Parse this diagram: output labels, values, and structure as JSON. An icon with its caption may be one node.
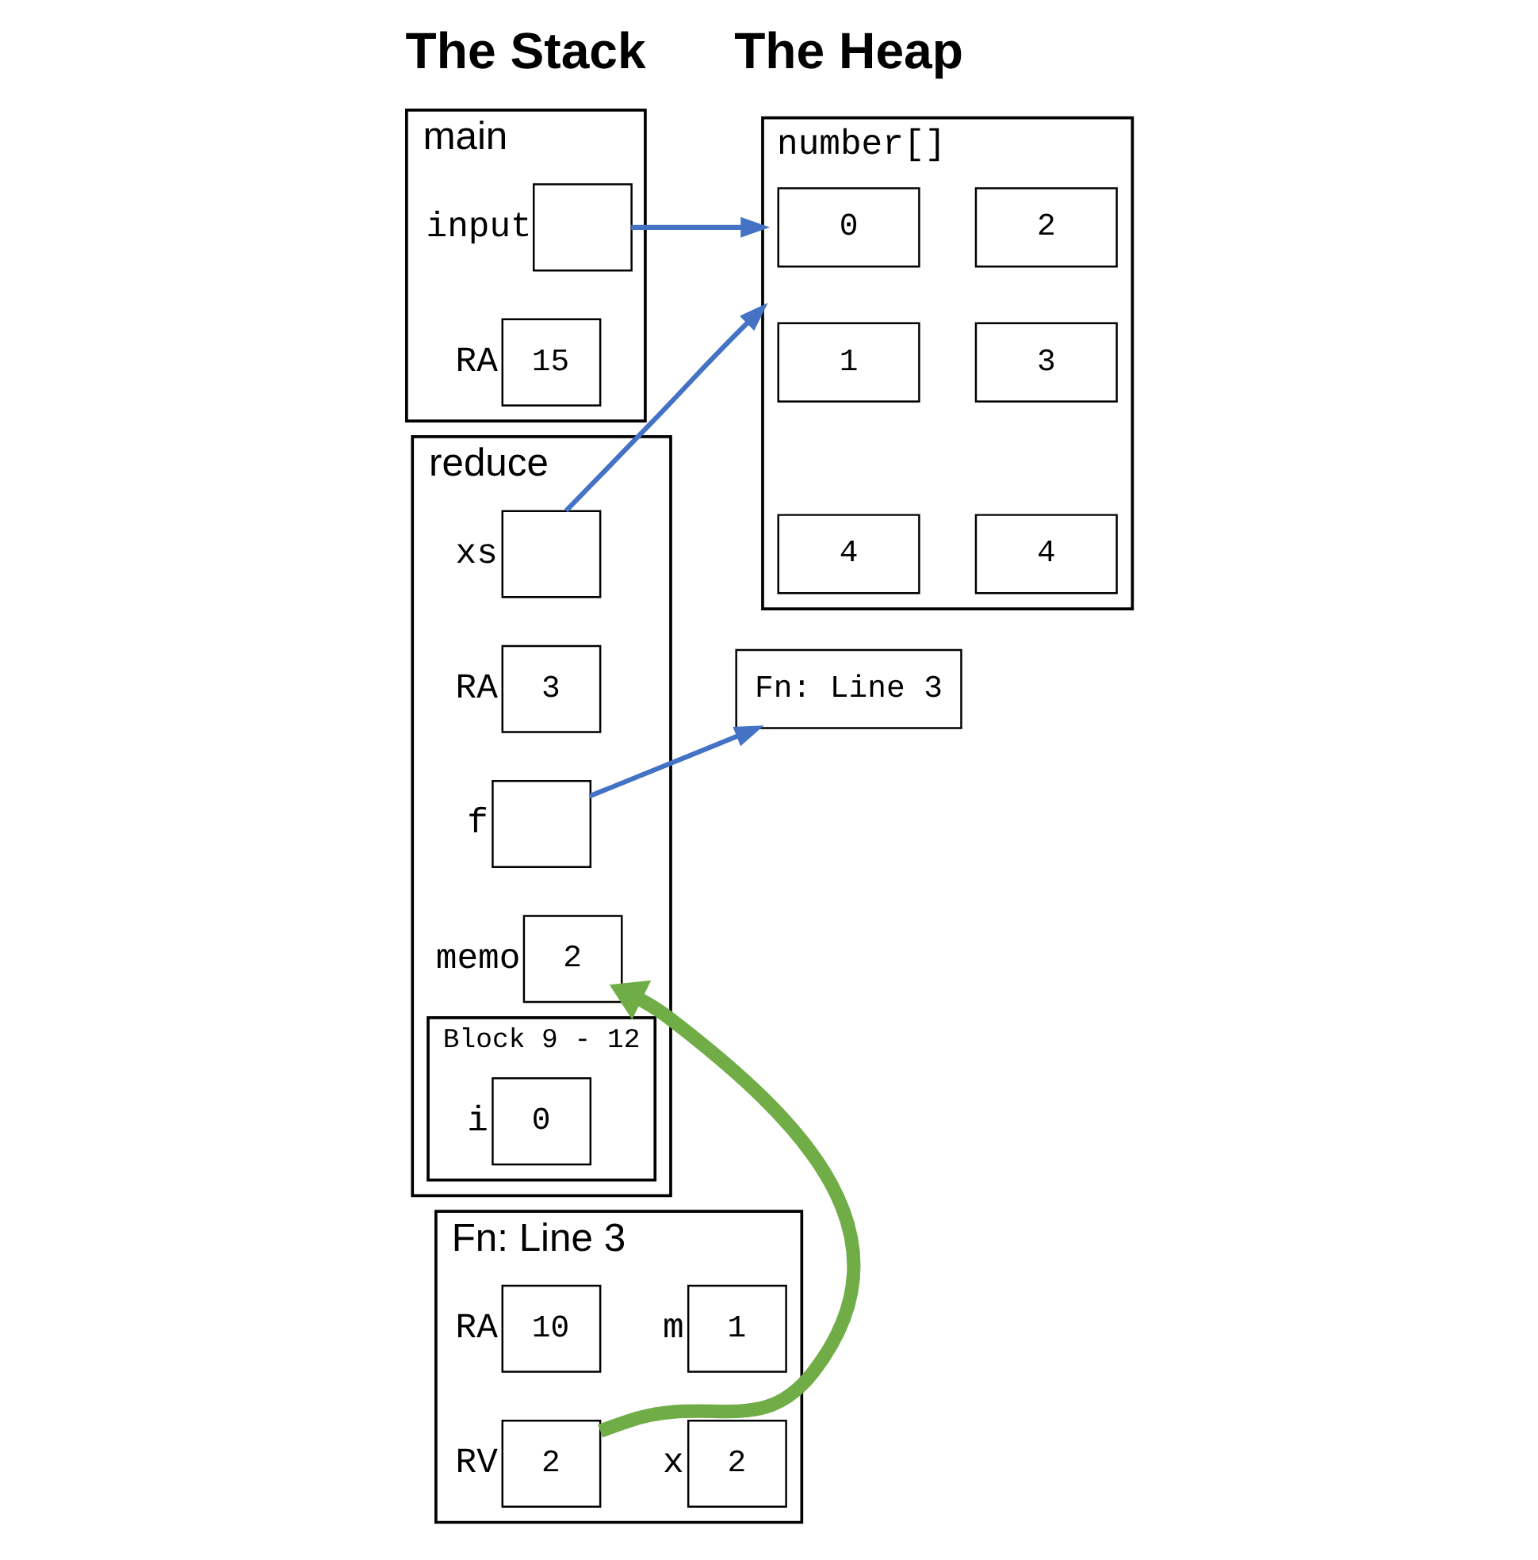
{
  "diagram": {
    "nodes": [
      {
        "text": [
          "main"
        ]
      },
      {
        "text": [],
        "shape": "box",
        "beside": [
          "input"
        ],
        "in": 0
      },
      {
        "text": [
          "15"
        ],
        "beside": [
          "RA"
        ],
        "in": 0
      },
      {
        "text": [
          "reduce"
        ]
      },
      {
        "text": [],
        "shape": "box",
        "beside": [
          "xs"
        ],
        "in": 3
      },
      {
        "text": [
          "3"
        ],
        "beside": [
          "RA"
        ],
        "in": 3
      },
      {
        "text": [],
        "shape": "box",
        "beside": [
          "f"
        ],
        "in": 3
      },
      {
        "text": [
          "2"
        ],
        "beside": [
          "memo"
        ],
        "in": 3
      },
      {
        "text": [
          "Block 9 - 12"
        ],
        "in": 3
      },
      {
        "text": [
          "0"
        ],
        "beside": [
          "i"
        ],
        "in": 8
      },
      {
        "text": [
          "Fn: Line 3"
        ]
      },
      {
        "text": [
          "10"
        ],
        "beside": [
          "RA"
        ],
        "in": 10
      },
      {
        "text": [
          "2"
        ],
        "beside": [
          "RV"
        ],
        "in": 10
      },
      {
        "text": [
          "1"
        ],
        "beside": [
          "m"
        ],
        "in": 10
      },
      {
        "text": [
          "2"
        ],
        "beside": [
          "x"
        ],
        "in": 10
      },
      {
        "text": [
          "number[]"
        ]
      },
      {
        "text": [
          "0"
        ],
        "in": 15
      },
      {
        "text": [
          "2"
        ],
        "in": 15
      },
      {
        "text": [
          "1"
        ],
        "in": 15
      },
      {
        "text": [
          "3"
        ],
        "in": 15
      },
      {
        "text": [
          "4"
        ],
        "in": 15
      },
      {
        "text": [
          "4"
        ],
        "in": 15
      },
      {
        "text": [
          "Fn: Line 3"
        ]
      }
    ],
    "edges": [
      {
        "from": 1,
        "to": 15,
        "arrow": "to"
      },
      {
        "from": 4,
        "to": 15,
        "arrow": "to"
      },
      {
        "from": 6,
        "to": 22,
        "arrow": "to"
      },
      {
        "from": 12,
        "to": 7,
        "arrow": "to",
        "style": "thick",
        "color": "#70ad47"
      }
    ],
    "labels": [
      "The Stack",
      "The Heap"
    ]
  }
}
